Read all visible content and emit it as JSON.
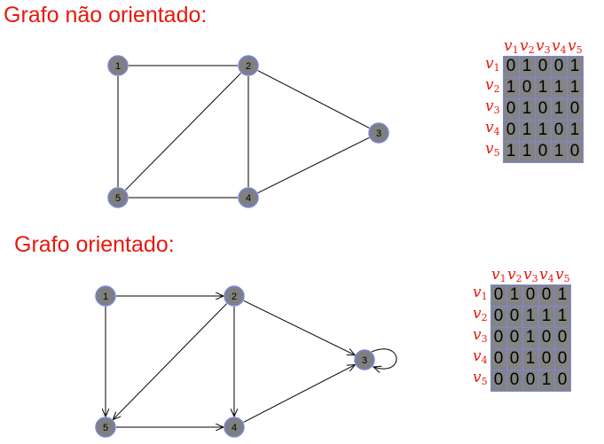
{
  "titles": {
    "undirected": "Grafo não orientado:",
    "directed": "Grafo orientado:"
  },
  "colors": {
    "title": "#e8180c",
    "node_fill": "#7f7f7f",
    "node_stroke": "#7b86e0",
    "cell_fill": "#848484",
    "grid": "#7b86e0"
  },
  "matrix_labels": [
    "v1",
    "v2",
    "v3",
    "v4",
    "v5"
  ],
  "undirected": {
    "nodes": [
      "1",
      "2",
      "3",
      "4",
      "5"
    ],
    "edges": [
      [
        1,
        2
      ],
      [
        1,
        5
      ],
      [
        2,
        3
      ],
      [
        2,
        4
      ],
      [
        2,
        5
      ],
      [
        3,
        4
      ],
      [
        4,
        5
      ]
    ],
    "matrix": [
      [
        0,
        1,
        0,
        0,
        1
      ],
      [
        1,
        0,
        1,
        1,
        1
      ],
      [
        0,
        1,
        0,
        1,
        0
      ],
      [
        0,
        1,
        1,
        0,
        1
      ],
      [
        1,
        1,
        0,
        1,
        0
      ]
    ]
  },
  "directed": {
    "nodes": [
      "1",
      "2",
      "3",
      "4",
      "5"
    ],
    "edges": [
      [
        1,
        2
      ],
      [
        1,
        5
      ],
      [
        2,
        3
      ],
      [
        2,
        4
      ],
      [
        2,
        5
      ],
      [
        3,
        3
      ],
      [
        4,
        3
      ],
      [
        5,
        4
      ]
    ],
    "matrix": [
      [
        0,
        1,
        0,
        0,
        1
      ],
      [
        0,
        0,
        1,
        1,
        1
      ],
      [
        0,
        0,
        1,
        0,
        0
      ],
      [
        0,
        0,
        1,
        0,
        0
      ],
      [
        0,
        0,
        0,
        1,
        0
      ]
    ]
  }
}
